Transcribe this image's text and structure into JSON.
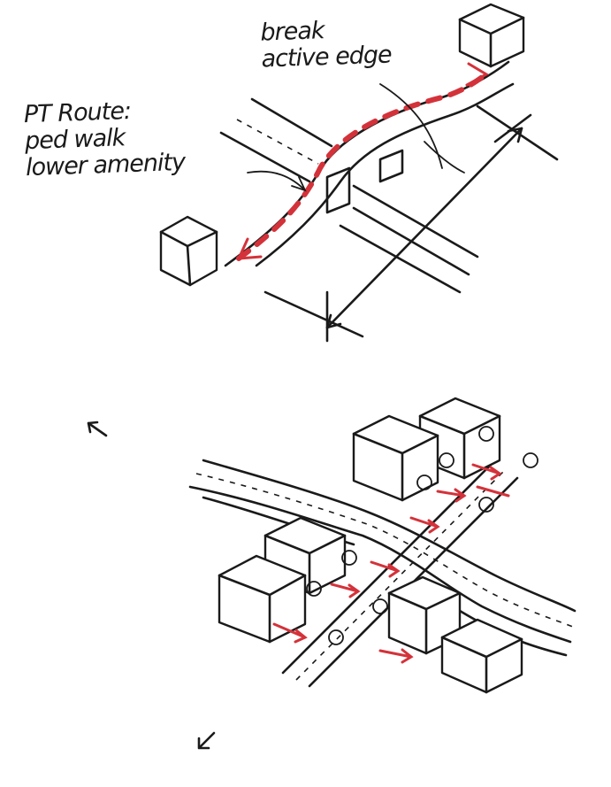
{
  "annotations": {
    "break_edge": [
      "break",
      "active edge"
    ],
    "pt_route": [
      "PT Route:",
      "ped walk",
      "lower amenity"
    ]
  },
  "colors": {
    "ink": "#1a1a1a",
    "route": "#d4323a"
  }
}
